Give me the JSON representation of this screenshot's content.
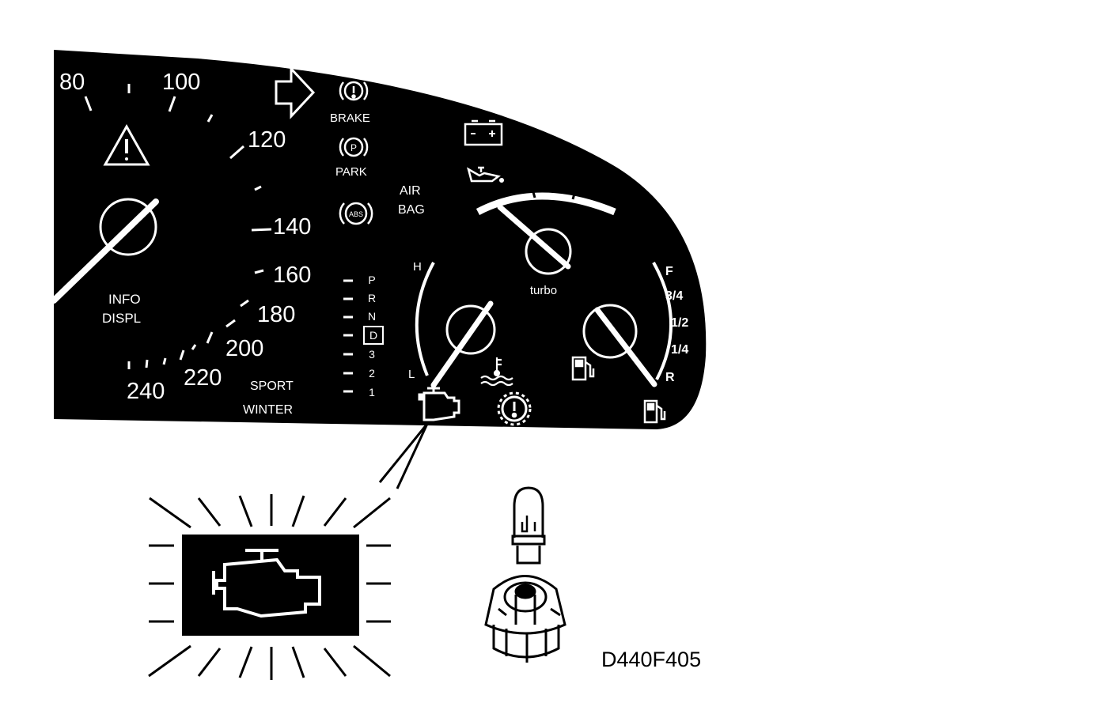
{
  "speedometer": {
    "ticks": [
      "80",
      "100",
      "120",
      "140",
      "160",
      "180",
      "200",
      "220",
      "240"
    ]
  },
  "warning_lights": {
    "brake": "BRAKE",
    "park": "PARK",
    "park_symbol": "P",
    "abs": "ABS",
    "airbag_line1": "AIR",
    "airbag_line2": "BAG"
  },
  "info_display": {
    "line1": "INFO",
    "line2": "DISPL"
  },
  "gear_selector": [
    "P",
    "R",
    "N",
    "D",
    "3",
    "2",
    "1"
  ],
  "selected_gear": "D",
  "modes": {
    "sport": "SPORT",
    "winter": "WINTER"
  },
  "temperature_gauge": {
    "high": "H",
    "low": "L"
  },
  "turbo_gauge": {
    "label": "turbo"
  },
  "fuel_gauge": {
    "full": "F",
    "three_quarter": "3/4",
    "half": "1/2",
    "quarter": "1/4",
    "reserve": "R"
  },
  "highlighted_warning": "check-engine-light",
  "figure_code": "D440F405",
  "colors": {
    "panel": "#000000",
    "markings": "#ffffff",
    "background": "#ffffff"
  }
}
